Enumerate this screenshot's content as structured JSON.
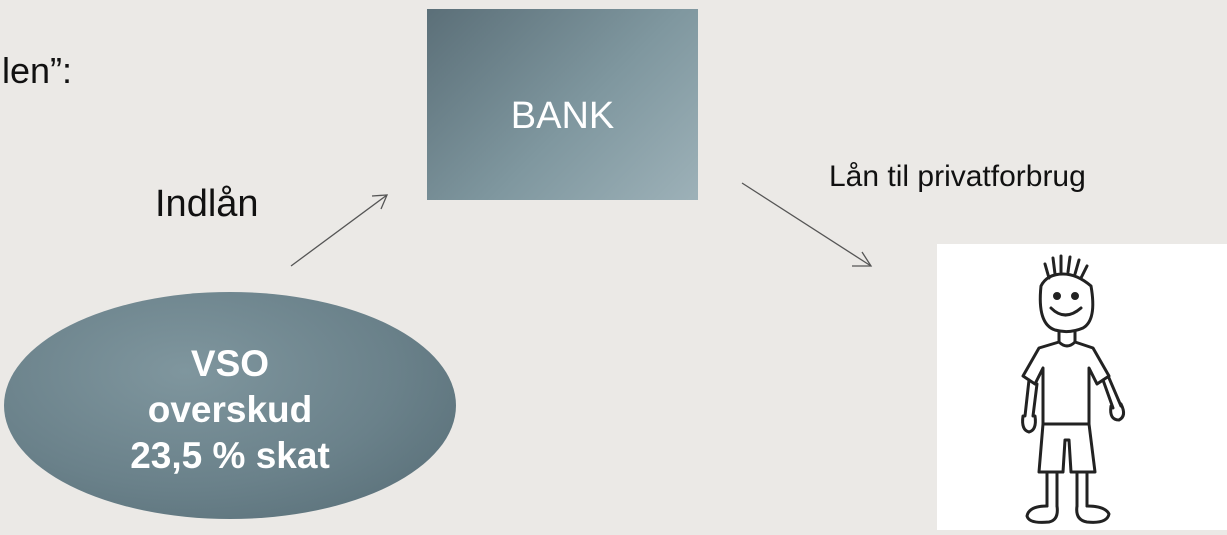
{
  "heading_text": "llen”:",
  "bank_label": "BANK",
  "deposit_label": "Indlån",
  "loan_label": "Lån til privatforbrug",
  "vso": {
    "line1": "VSO",
    "line2": "overskud",
    "line3": "23,5 % skat"
  },
  "colors": {
    "background": "#ebe9e6",
    "box_fill": "#7f979f",
    "ellipse_fill": "#6a818a",
    "box_text": "#ffffff"
  }
}
